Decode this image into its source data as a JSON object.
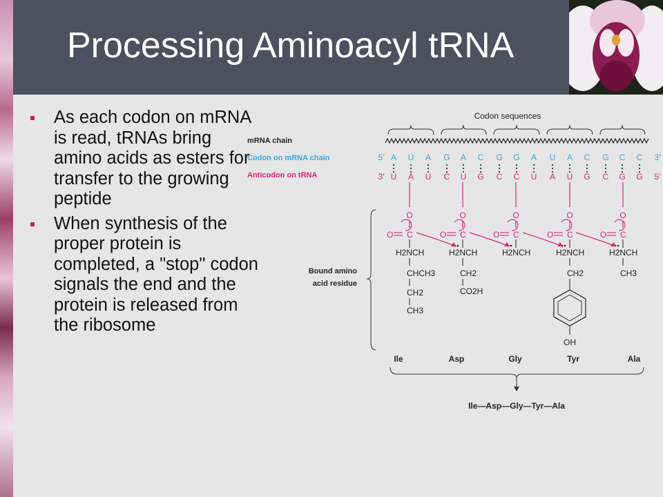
{
  "slide": {
    "title": "Processing Aminoacyl tRNA",
    "bullets": [
      "As each codon on mRNA is read, tRNAs bring amino acids as esters for transfer to the growing peptide",
      "When synthesis of the proper protein is completed, a \"stop\" codon signals the end and the protein is released from the ribosome"
    ]
  },
  "diagram": {
    "codon_sequences_label": "Codon sequences",
    "mrna_chain_label": "mRNA chain",
    "codon_label": "Codon on mRNA chain",
    "anticodon_label": "Anticodon on tRNA",
    "five_prime": "5′",
    "three_prime": "3′",
    "codon_bases": [
      "A",
      "U",
      "A",
      "G",
      "A",
      "C",
      "G",
      "G",
      "A",
      "U",
      "A",
      "C",
      "G",
      "C",
      "C"
    ],
    "anticodon_bases": [
      "U",
      "A",
      "U",
      "C",
      "U",
      "G",
      "C",
      "C",
      "U",
      "A",
      "U",
      "G",
      "C",
      "G",
      "G"
    ],
    "bound_label_1": "Bound amino",
    "bound_label_2": "acid residue",
    "residues": [
      "Ile",
      "Asp",
      "Gly",
      "Tyr",
      "Ala"
    ],
    "peptide": "Ile—Asp—Gly—Tyr—Ala",
    "chem": {
      "o": "O",
      "c": "C",
      "h2nch": "H2NCH",
      "chch3": "CHCH3",
      "ch2": "CH2",
      "ch3": "CH3",
      "co2h": "CO2H",
      "oh": "OH"
    },
    "colors": {
      "codon": "#3ba7dc",
      "anticodon": "#d9237b",
      "text": "#222222"
    }
  }
}
